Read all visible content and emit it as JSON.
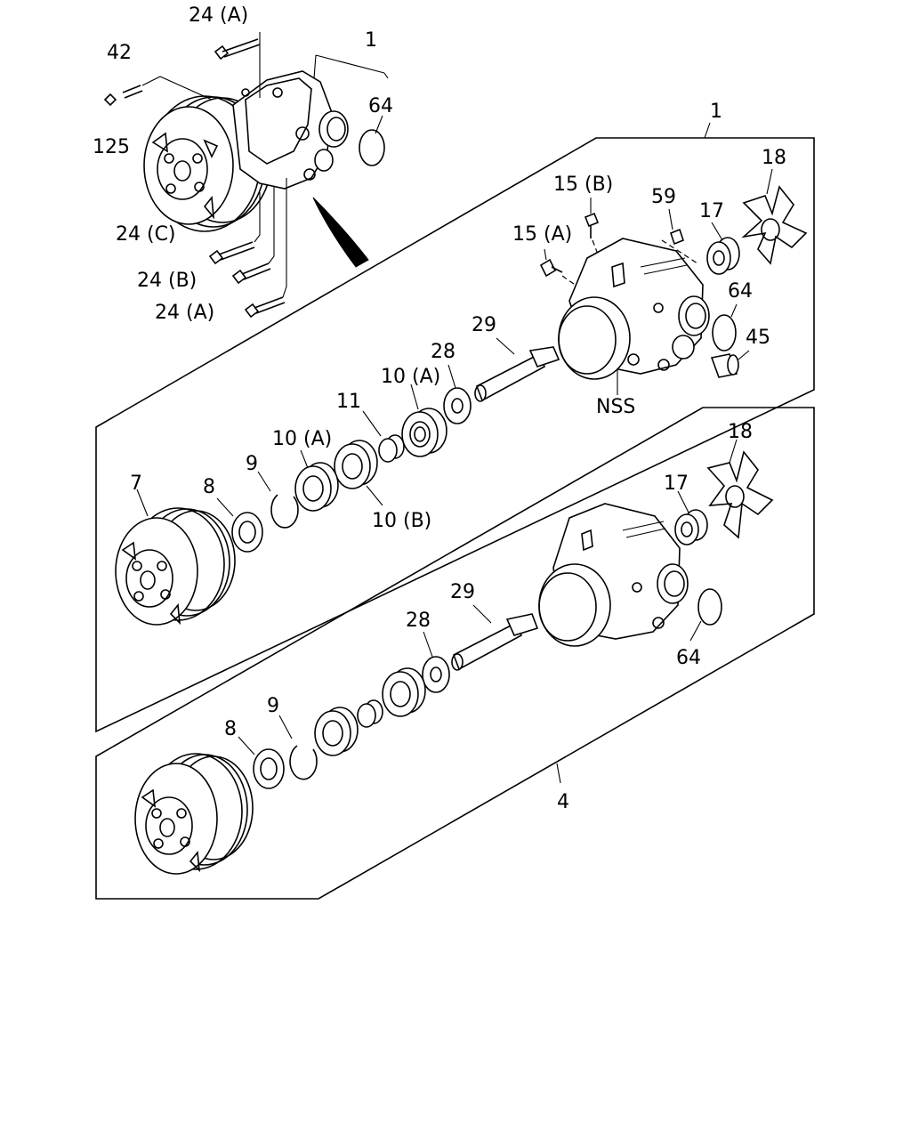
{
  "callouts": {
    "top_assembly": {
      "c24a_top": "24 (A)",
      "c42": "42",
      "c125": "125",
      "c1": "1",
      "c64": "64",
      "c24c": "24 (C)",
      "c24b": "24 (B)",
      "c24a_bottom": "24 (A)"
    },
    "upper_panel": {
      "c1": "1",
      "c18": "18",
      "c15b": "15 (B)",
      "c59": "59",
      "c17": "17",
      "c15a": "15 (A)",
      "c64": "64",
      "c45": "45",
      "c29": "29",
      "c28": "28",
      "c10a_right": "10 (A)",
      "nss": "NSS",
      "c11": "11",
      "c10a_left": "10 (A)",
      "c9": "9",
      "c7": "7",
      "c8": "8",
      "c10b": "10 (B)"
    },
    "lower_panel": {
      "c18": "18",
      "c17": "17",
      "c29": "29",
      "c28": "28",
      "c64": "64",
      "c9": "9",
      "c8": "8",
      "c4": "4"
    }
  }
}
